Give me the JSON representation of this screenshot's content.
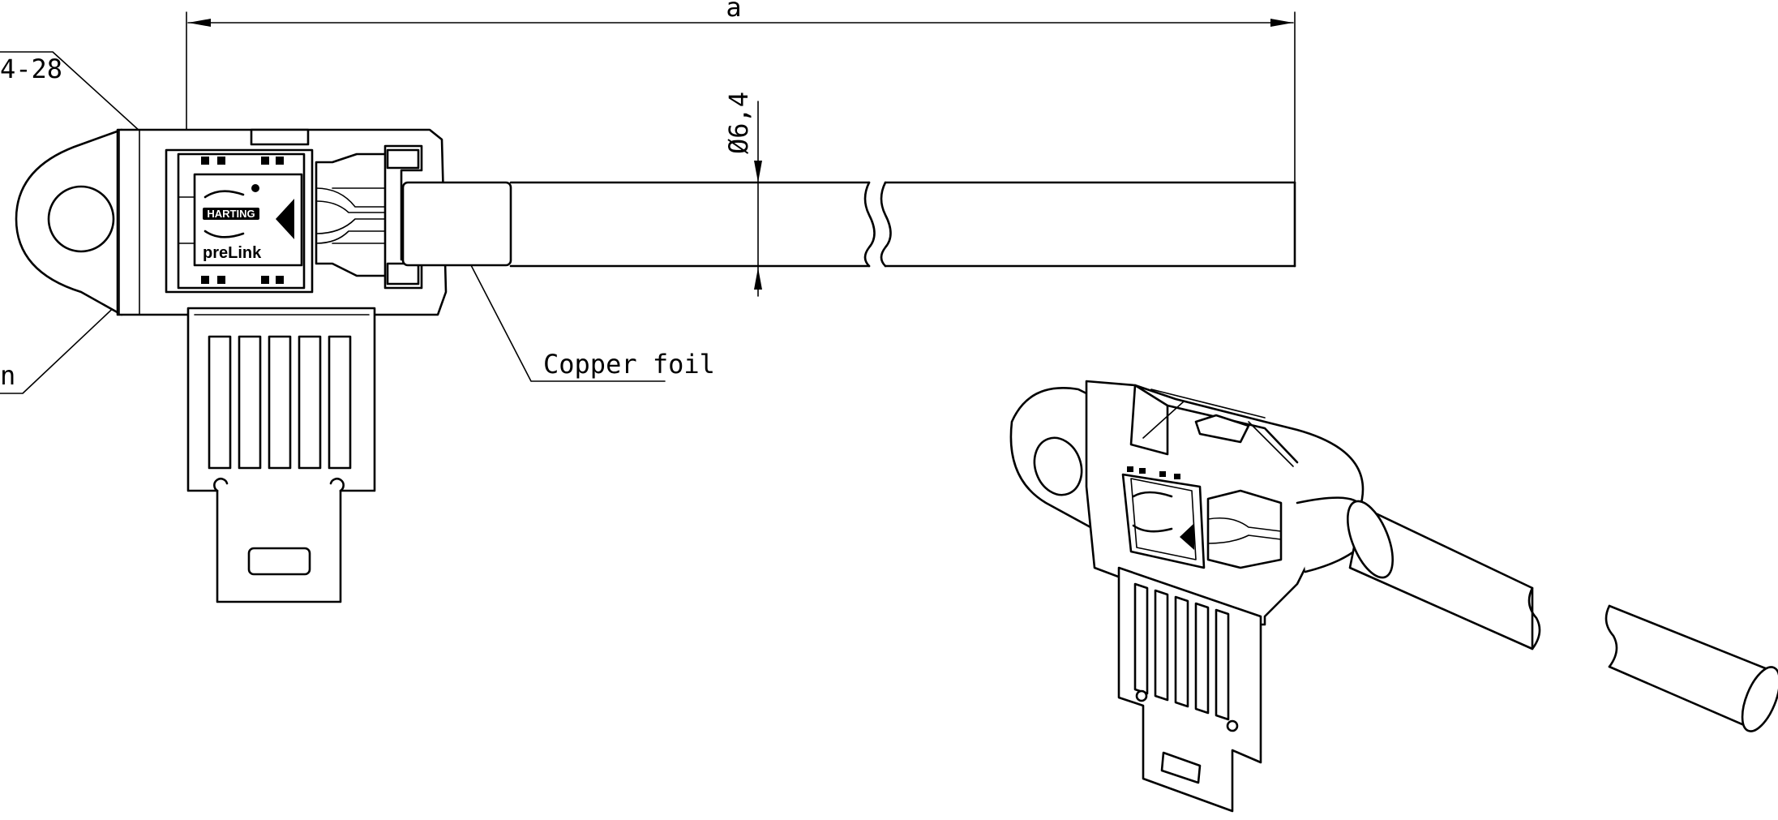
{
  "labels": {
    "dim_length": "a",
    "dim_diameter": "Ø6,4",
    "callout_awg": "4-28",
    "callout_copper_foil": "Copper foil",
    "callout_left_bottom": "n"
  },
  "logo": {
    "brand": "HARTING",
    "product": "preLink"
  }
}
